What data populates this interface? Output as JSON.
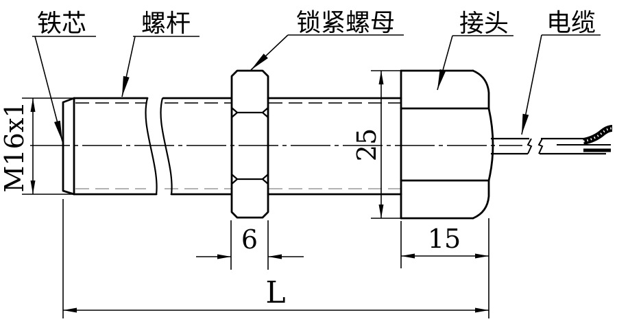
{
  "drawing": {
    "type": "engineering-drawing",
    "subject": "threaded sensor probe with lock nut, hex connector and cable",
    "background_color": "#ffffff",
    "line_color": "#000000",
    "hidden_thread_line_color": "#a8a8a8",
    "labels": {
      "core": "铁芯",
      "screw": "螺杆",
      "lock_nut": "锁紧螺母",
      "connector": "接头",
      "cable": "电缆"
    },
    "dimensions": {
      "thread_spec": "M16x1",
      "hex_across": "25",
      "nut_width": "6",
      "connector_width": "15",
      "overall_length": "L"
    }
  }
}
